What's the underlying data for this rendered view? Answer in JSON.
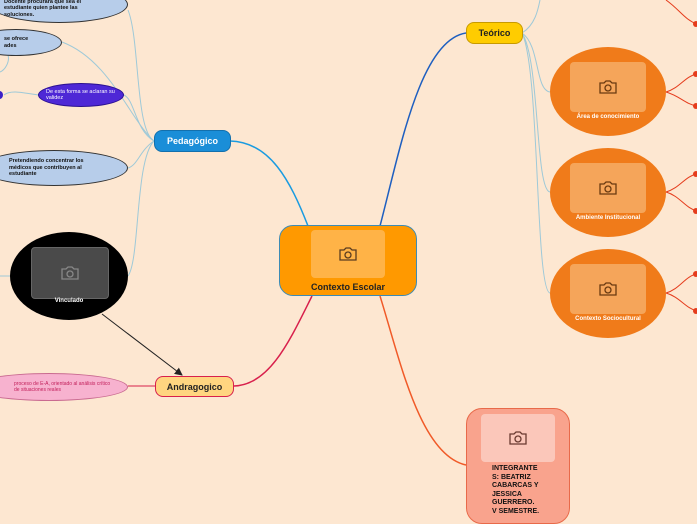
{
  "central": {
    "label": "Contexto Escolar"
  },
  "teorico": {
    "label": "Teórico"
  },
  "pedagogico": {
    "label": "Pedagógico"
  },
  "andragogico": {
    "label": "Andragogico"
  },
  "vinculado": {
    "label": "Vinculado"
  },
  "area": {
    "label": "Área de conocimiento"
  },
  "ambiente": {
    "label": "Ambiente Institucional"
  },
  "contexto_socio": {
    "label": "Contexto Sociocultural"
  },
  "integrantes": {
    "lines": [
      "INTEGRANTE",
      "S: BEATRIZ",
      "CABARCAS Y",
      "JESSICA",
      "GUERRERO.",
      "V SEMESTRE."
    ]
  },
  "bubbles": {
    "docente": "Docente procurará que sea el estudiante quien plantee las soluciones.",
    "ofrece": "se ofrece ades",
    "aclaran": "De esta forma se aclaran su validez",
    "pretendiendo": "Pretendiendo concentrar los médicos que contribuyen al estudiante",
    "proceso": "proceso de E-A, orientado al análisis crítico de situaciones reales"
  },
  "colors": {
    "background": "#fde7d1",
    "central": "#ff9900",
    "teorico": "#ffcc00",
    "pedagogico": "#1a8ed8",
    "andragogico": "#ffd580",
    "orange_node": "#f07b1a",
    "integrantes": "#f9a38d"
  }
}
